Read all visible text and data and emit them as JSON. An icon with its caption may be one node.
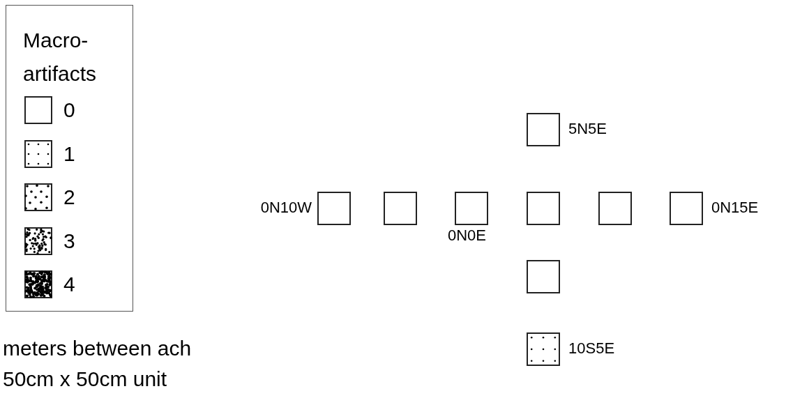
{
  "diagram": {
    "nodes": [
      {
        "text": [],
        "shape": "box",
        "beside": [
          "5N5E"
        ]
      },
      {
        "text": [],
        "shape": "box",
        "beside": [
          "0N10W"
        ]
      },
      {
        "text": [],
        "shape": "box"
      },
      {
        "text": [],
        "shape": "box",
        "beside": [
          "0N0E"
        ]
      },
      {
        "text": [],
        "shape": "box"
      },
      {
        "text": [],
        "shape": "box"
      },
      {
        "text": [],
        "shape": "box",
        "beside": [
          "0N15E"
        ]
      },
      {
        "text": [],
        "shape": "box"
      },
      {
        "text": [],
        "shape": "box",
        "beside": [
          "10S5E"
        ]
      }
    ],
    "edges": [],
    "labels": [
      "Macro- artifacts",
      "meters between ach 50cm x 50cm unit"
    ],
    "legend": [
      {
        "text": "0"
      },
      {
        "text": "1"
      },
      {
        "text": "2"
      },
      {
        "text": "3"
      },
      {
        "text": "4"
      }
    ]
  }
}
